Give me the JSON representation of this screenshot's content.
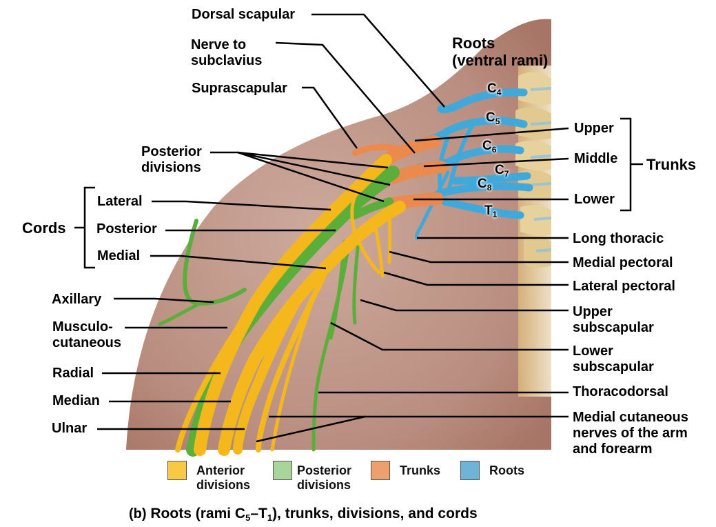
{
  "figure": {
    "title_roots": "Roots\n(ventral rami)",
    "root_labels": [
      {
        "letter": "C",
        "num": "4"
      },
      {
        "letter": "C",
        "num": "5"
      },
      {
        "letter": "C",
        "num": "6"
      },
      {
        "letter": "C",
        "num": "7"
      },
      {
        "letter": "C",
        "num": "8"
      },
      {
        "letter": "T",
        "num": "1"
      }
    ],
    "top_labels": {
      "dorsal_scapular": "Dorsal scapular",
      "nerve_to_subclavius": "Nerve to\nsubclavius",
      "suprascapular": "Suprascapular",
      "posterior_divisions": "Posterior\ndivisions"
    },
    "cords": {
      "group_label": "Cords",
      "items": [
        "Lateral",
        "Posterior",
        "Medial"
      ]
    },
    "trunks": {
      "group_label": "Trunks",
      "items": [
        "Upper",
        "Middle",
        "Lower"
      ]
    },
    "left_labels": {
      "axillary": "Axillary",
      "musculocutaneous": "Musculo-\ncutaneous",
      "radial": "Radial",
      "median": "Median",
      "ulnar": "Ulnar"
    },
    "right_labels": {
      "long_thoracic": "Long thoracic",
      "medial_pectoral": "Medial pectoral",
      "lateral_pectoral": "Lateral pectoral",
      "upper_subscapular": "Upper\nsubscapular",
      "lower_subscapular": "Lower\nsubscapular",
      "thoracodorsal": "Thoracodorsal",
      "medial_cutaneous": "Medial cutaneous\nnerves of the arm\nand forearm"
    }
  },
  "legend": [
    {
      "label": "Anterior\ndivisions",
      "color": "#f7c944"
    },
    {
      "label": "Posterior\ndivisions",
      "color": "#a9d49a"
    },
    {
      "label": "Trunks",
      "color": "#eba06e"
    },
    {
      "label": "Roots",
      "color": "#6eb4d6"
    }
  ],
  "caption": {
    "tag": "(b)",
    "text_a": "Roots (rami C",
    "sub_a": "5",
    "text_b": "–T",
    "sub_b": "1",
    "text_c": "), trunks, divisions, and cords"
  },
  "colors": {
    "anterior": "#f5b81c",
    "posterior": "#5cae3a",
    "trunk": "#ec8a4e",
    "root": "#3fa9dc",
    "skin": "#b8897a",
    "bone": "#ead9a8"
  }
}
